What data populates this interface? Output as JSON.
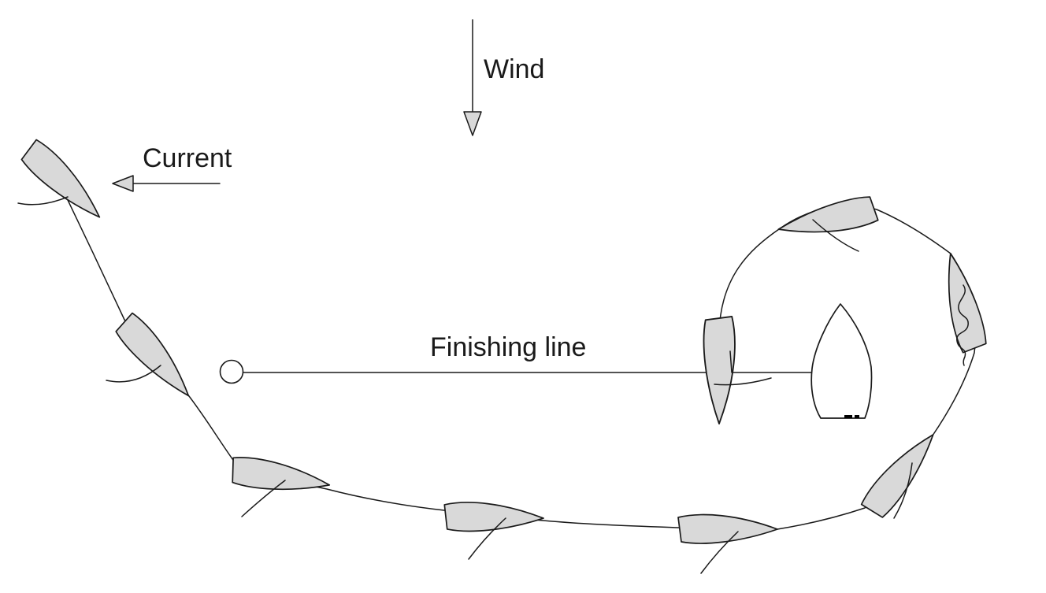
{
  "diagram": {
    "type": "sailing-race-finish-diagram",
    "labels": {
      "wind": "Wind",
      "current": "Current",
      "finishing_line": "Finishing line"
    },
    "wind_direction": "down",
    "current_direction": "left",
    "elements": {
      "sailboat_count": 9,
      "finish_mark": "circular buoy at left end of finishing line",
      "committee_boat": "white boat at right end of finishing line",
      "trajectory": "curved course from upper left, along the bottom, looping counterclockwise up and around to cross the finishing line downwind"
    }
  },
  "colors": {
    "background": "#ffffff",
    "line": "#1a1a1a",
    "boat_fill": "#d9d9d9",
    "boat_stroke": "#1a1a1a",
    "committee_boat_fill": "#ffffff",
    "mark_fill": "#ffffff"
  }
}
